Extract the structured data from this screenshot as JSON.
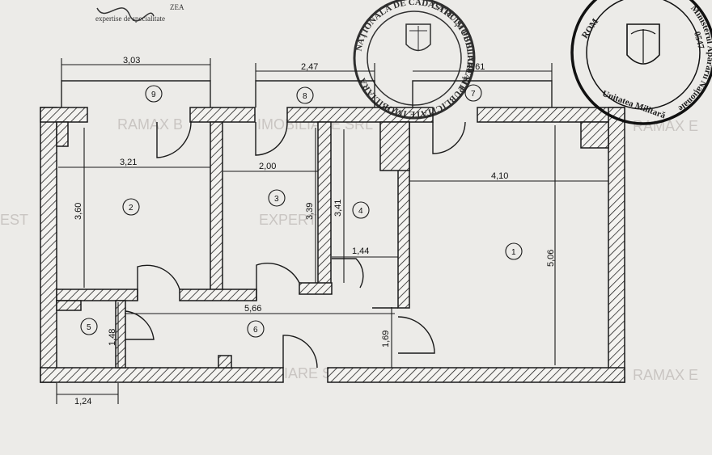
{
  "header": {
    "signature_fragment": "ZEA",
    "caption": "expertise de specialitate"
  },
  "dimensions": {
    "top_left_width": "3,03",
    "top_middle_width": "2,47",
    "top_right_width": "2,61",
    "room2_width": "3,21",
    "room2_height": "3,60",
    "room3_width": "2,00",
    "room3_height": "3,39",
    "room4_height": "3,41",
    "room4_width": "1,44",
    "room1_width": "4,10",
    "room1_height": "5,06",
    "hall_width": "5,66",
    "hall_height": "1,69",
    "room5_height": "1,48",
    "room5_width": "1,24"
  },
  "rooms": {
    "r1": "1",
    "r2": "2",
    "r3": "3",
    "r4": "4",
    "r5": "5",
    "r6": "6",
    "r7": "7",
    "r8": "8",
    "r9": "9"
  },
  "watermarks": {
    "w1": "RAMAX B",
    "w2": "IMOBILIARE SRL",
    "w3": "RAMAX E",
    "w4": "EST",
    "w5": "EXPERT",
    "w6": "IMOBILIARE SRL",
    "w7": "RAMAX E"
  },
  "stamps": {
    "right_top": "ROM",
    "right_inner": "Ministerul Apărării Naționale",
    "right_bottom": "Unitatea Militară",
    "right_number": "0547",
    "left_ring": "CATE IMOBILIARE ȘI PUBLICITATE IMOBILIARĂ",
    "left_ring2": "NAȚIONALĂ DE CADASTRU ȘI PUBLICITATE"
  },
  "colors": {
    "paper": "#ecebe8",
    "ink": "#1a1a1a",
    "watermark": "#c9c5c2"
  }
}
